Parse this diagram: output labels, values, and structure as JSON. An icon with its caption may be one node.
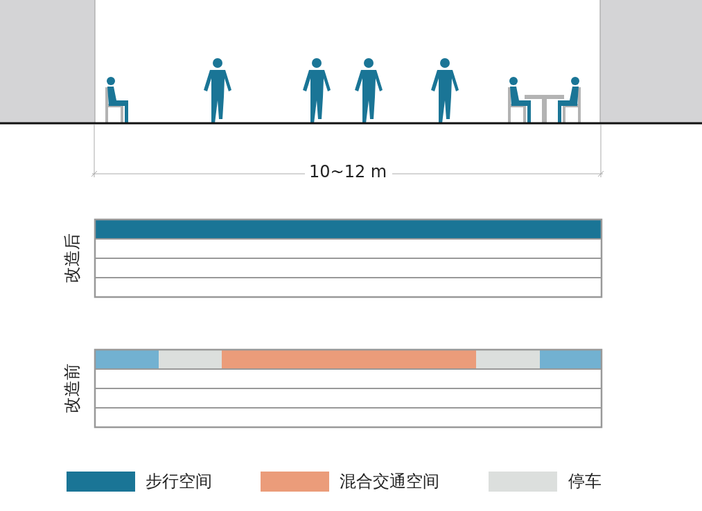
{
  "diagram": {
    "labels": [
      "10~12 m",
      "改造后",
      "改造前"
    ],
    "legend": [
      {
        "text": "步行空间",
        "color": "#1a7596"
      },
      {
        "text": "混合交通空间",
        "color": "#eb9c7a"
      },
      {
        "text": "停车",
        "color": "#dcdfdd"
      }
    ]
  }
}
